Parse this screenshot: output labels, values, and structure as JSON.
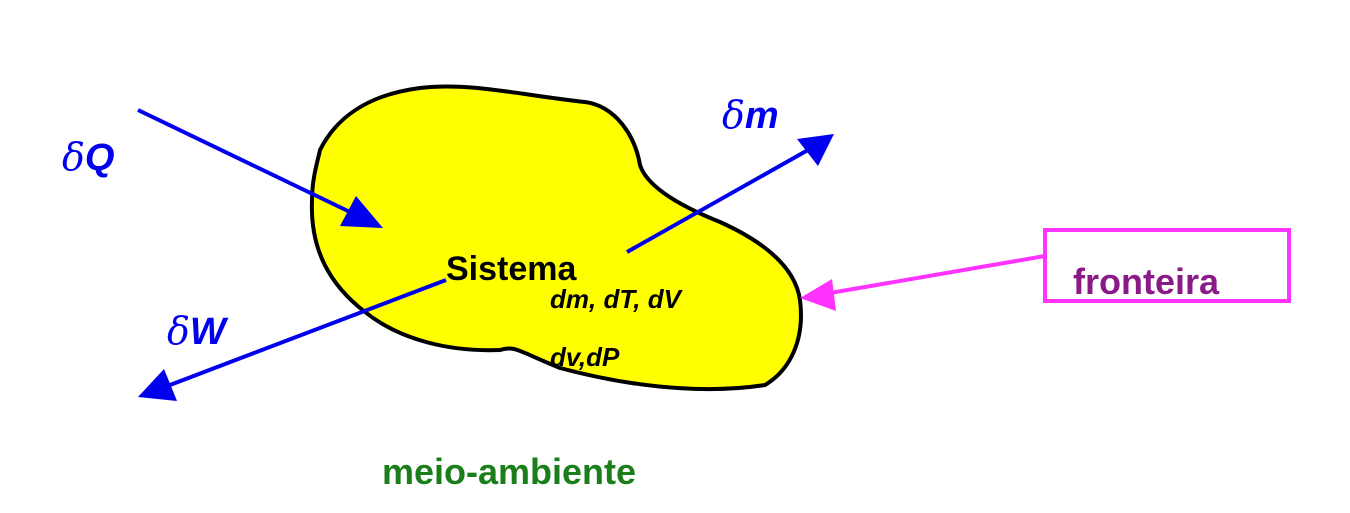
{
  "colors": {
    "system_fill": "#ffff00",
    "outline": "#000000",
    "flow_arrows": "#0000ee",
    "boundary_arrow": "#ff33ff",
    "boundary_text": "#8b1a89",
    "environment_text": "#1a7f1a"
  },
  "labels": {
    "heat_symbol": "δ",
    "heat_var": "Q",
    "mass_symbol": "δ",
    "mass_var": "m",
    "work_symbol": "δ",
    "work_var": "W",
    "system": "Sistema",
    "differentials_1": "dm, dT, dV",
    "differentials_2": "dv,dP",
    "boundary": "fronteira",
    "environment": "meio-ambiente"
  }
}
